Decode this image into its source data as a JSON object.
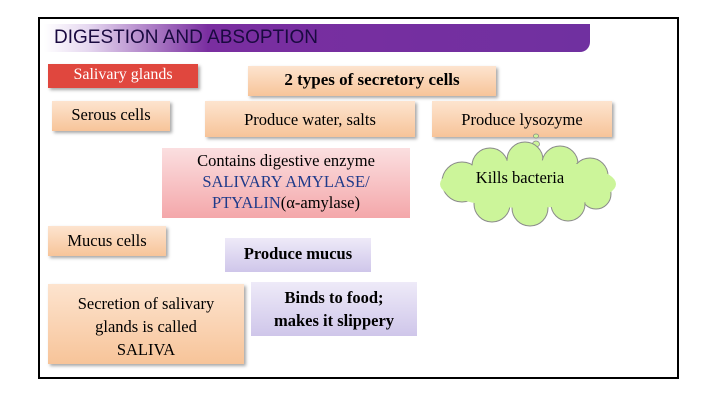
{
  "title": "DIGESTION AND ABSOPTION",
  "boxes": {
    "salivary_glands": "Salivary glands",
    "secretory_types": "2 types of secretory cells",
    "serous_cells": "Serous cells",
    "produce_water": "Produce water, salts",
    "produce_lysozyme": "Produce lysozyme",
    "enzyme_line1": "Contains digestive enzyme",
    "enzyme_line2": "SALIVARY AMYLASE/",
    "enzyme_line3_a": "PTYALIN",
    "enzyme_line3_b": "(α-amylase)",
    "kills_bacteria": "Kills bacteria",
    "mucus_cells": "Mucus cells",
    "produce_mucus": "Produce mucus",
    "saliva_line1": "Secretion of salivary",
    "saliva_line2": "glands is called",
    "saliva_line3": "SALIVA",
    "binds_line1": "Binds to food;",
    "binds_line2": "makes it slippery"
  },
  "colors": {
    "banner": "#7030a0",
    "salivary_box": "#e0473e",
    "peach": "#f7c499",
    "pink": "#f4a7aa",
    "lavender": "#cfc6ea",
    "cloud": "#ccf59a",
    "blue_text": "#1f3a8a"
  }
}
